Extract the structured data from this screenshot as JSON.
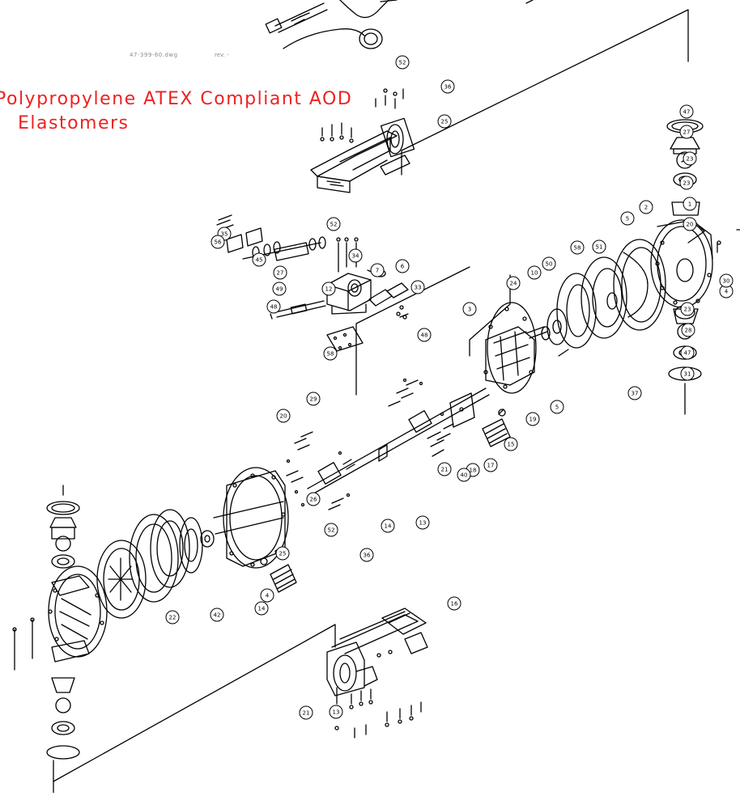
{
  "drawing": {
    "file_name": "47-399-60.dwg",
    "rev": "rev. -",
    "title_line1": "Polypropylene ATEX Compliant AOD",
    "title_line2": "Elastomers"
  },
  "colors": {
    "title": "#ee2222",
    "line": "#000000",
    "meta": "#8a8a8a"
  },
  "callouts": [
    "52",
    "36",
    "25",
    "47",
    "27",
    "23",
    "23",
    "1",
    "20",
    "2",
    "5",
    "51",
    "58",
    "50",
    "10",
    "5",
    "19",
    "24",
    "3",
    "6",
    "7",
    "33",
    "52",
    "34",
    "12",
    "35",
    "56",
    "45",
    "27",
    "49",
    "48",
    "58",
    "37",
    "15",
    "17",
    "18",
    "40",
    "21",
    "48",
    "23",
    "28",
    "47",
    "31",
    "4",
    "30",
    "29",
    "20",
    "26",
    "25",
    "52",
    "36",
    "14",
    "13",
    "16",
    "13",
    "21",
    "4",
    "14",
    "42",
    "22"
  ]
}
